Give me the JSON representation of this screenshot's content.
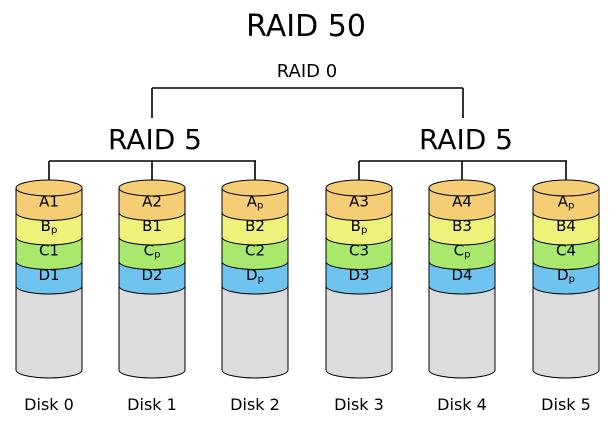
{
  "diagram": {
    "title": "RAID 50",
    "top_level_label": "RAID 0",
    "groups": [
      {
        "label": "RAID 5"
      },
      {
        "label": "RAID 5"
      }
    ],
    "colors": {
      "row_a": "#f4cd74",
      "row_b": "#eef17a",
      "row_c": "#a8e86c",
      "row_d": "#6fc3ef",
      "disk_body": "#dcdcdc",
      "line": "#000000"
    },
    "rows": [
      "row_a",
      "row_b",
      "row_c",
      "row_d"
    ],
    "disks": [
      {
        "label": "Disk 0",
        "group": 0,
        "blocks": [
          {
            "main": "A1",
            "sub": ""
          },
          {
            "main": "B",
            "sub": "p"
          },
          {
            "main": "C1",
            "sub": ""
          },
          {
            "main": "D1",
            "sub": ""
          }
        ]
      },
      {
        "label": "Disk 1",
        "group": 0,
        "blocks": [
          {
            "main": "A2",
            "sub": ""
          },
          {
            "main": "B1",
            "sub": ""
          },
          {
            "main": "C",
            "sub": "p"
          },
          {
            "main": "D2",
            "sub": ""
          }
        ]
      },
      {
        "label": "Disk 2",
        "group": 0,
        "blocks": [
          {
            "main": "A",
            "sub": "p"
          },
          {
            "main": "B2",
            "sub": ""
          },
          {
            "main": "C2",
            "sub": ""
          },
          {
            "main": "D",
            "sub": "p"
          }
        ]
      },
      {
        "label": "Disk 3",
        "group": 1,
        "blocks": [
          {
            "main": "A3",
            "sub": ""
          },
          {
            "main": "B",
            "sub": "p"
          },
          {
            "main": "C3",
            "sub": ""
          },
          {
            "main": "D3",
            "sub": ""
          }
        ]
      },
      {
        "label": "Disk 4",
        "group": 1,
        "blocks": [
          {
            "main": "A4",
            "sub": ""
          },
          {
            "main": "B3",
            "sub": ""
          },
          {
            "main": "C",
            "sub": "p"
          },
          {
            "main": "D4",
            "sub": ""
          }
        ]
      },
      {
        "label": "Disk 5",
        "group": 1,
        "blocks": [
          {
            "main": "A",
            "sub": "p"
          },
          {
            "main": "B4",
            "sub": ""
          },
          {
            "main": "C4",
            "sub": ""
          },
          {
            "main": "D",
            "sub": "p"
          }
        ]
      }
    ]
  }
}
